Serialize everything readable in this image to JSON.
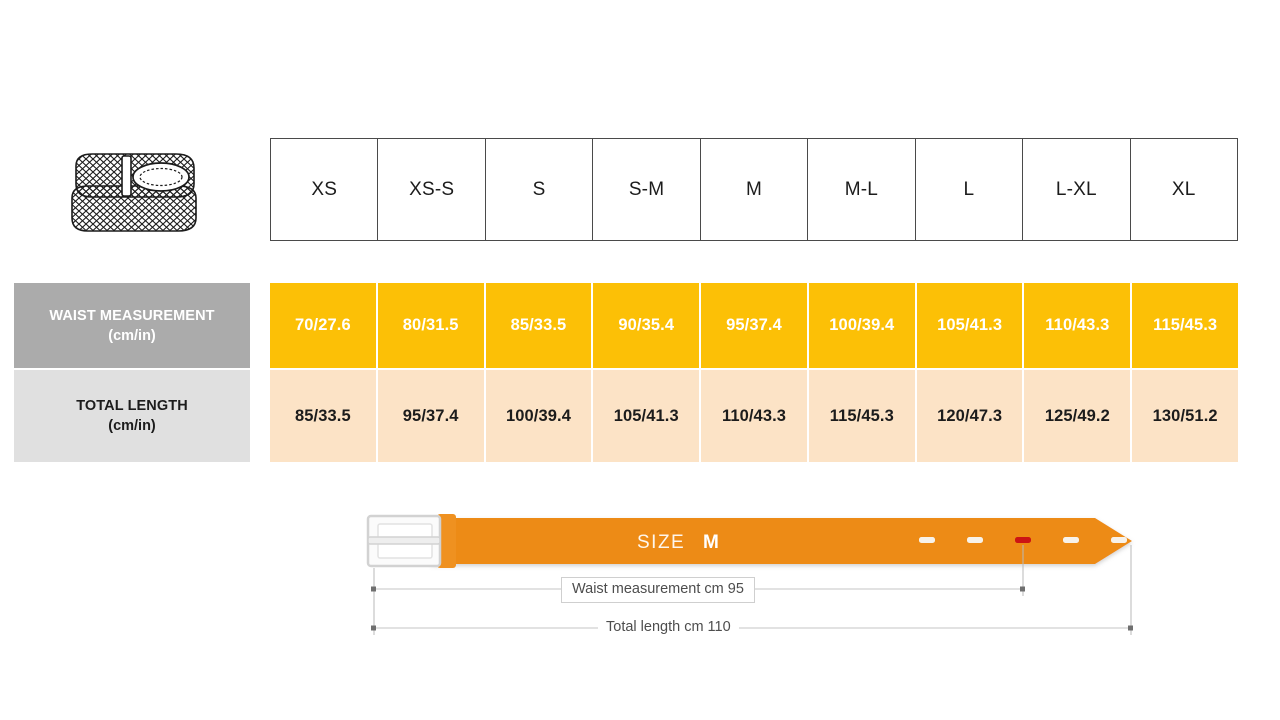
{
  "product_icon": {
    "name": "woven-belt-illustration",
    "alt": "Braided woven belt coiled with buckle"
  },
  "size_table": {
    "sizes": [
      "XS",
      "XS-S",
      "S",
      "S-M",
      "M",
      "M-L",
      "L",
      "L-XL",
      "XL"
    ],
    "rows": [
      {
        "id": "waist",
        "label_line1": "WAIST MEASUREMENT",
        "label_line2": "(cm/in)",
        "label_bg": "#ababab",
        "label_color": "#ffffff",
        "cell_bg": "#fcc006",
        "cell_color": "#ffffff",
        "values": [
          "70/27.6",
          "80/31.5",
          "85/33.5",
          "90/35.4",
          "95/37.4",
          "100/39.4",
          "105/41.3",
          "110/43.3",
          "115/45.3"
        ]
      },
      {
        "id": "total_length",
        "label_line1": "TOTAL LENGTH",
        "label_line2": "(cm/in)",
        "label_bg": "#e0e0e0",
        "label_color": "#1c1c1c",
        "cell_bg": "#fce3c6",
        "cell_color": "#1c1c1c",
        "values": [
          "85/33.5",
          "95/37.4",
          "100/39.4",
          "105/41.3",
          "110/43.3",
          "115/45.3",
          "120/47.3",
          "125/49.2",
          "130/51.2"
        ]
      }
    ]
  },
  "belt_diagram": {
    "size_caption_prefix": "SIZE",
    "size_caption_value": "M",
    "belt_color": "#ed8b18",
    "buckle_color": "#e8e8e8",
    "highlighted_hole_color": "#cc1414",
    "hole_count": 5,
    "highlighted_hole_index": 3,
    "waist_dimension_label": "Waist measurement cm 95",
    "total_length_dimension_label": "Total length cm 110"
  }
}
